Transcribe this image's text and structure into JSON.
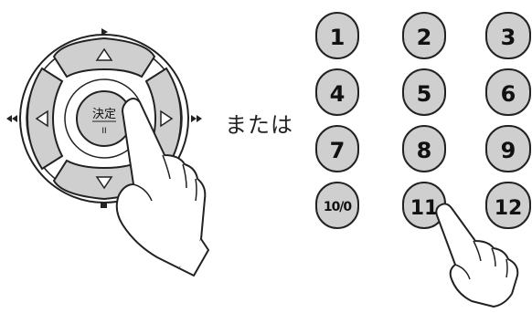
{
  "dpad": {
    "center_label": "決定",
    "center_sublabel": "II",
    "up_icon": "up-triangle-icon",
    "down_icon": "down-triangle-icon",
    "left_icon": "left-triangle-icon",
    "right_icon": "right-triangle-icon",
    "play_icon": "play-icon",
    "stop_icon": "stop-icon",
    "rewind_icon": "rewind-icon",
    "fast_forward_icon": "fast-forward-icon",
    "hand_icon": "pointing-hand-icon"
  },
  "connector": {
    "label": "または"
  },
  "keypad": {
    "keys": [
      "1",
      "2",
      "3",
      "4",
      "5",
      "6",
      "7",
      "8",
      "9",
      "10/0",
      "11",
      "12"
    ],
    "hand_icon": "pointing-hand-icon"
  },
  "colors": {
    "button_fill": "#cfcfcf",
    "outline": "#222222",
    "background": "#ffffff"
  }
}
